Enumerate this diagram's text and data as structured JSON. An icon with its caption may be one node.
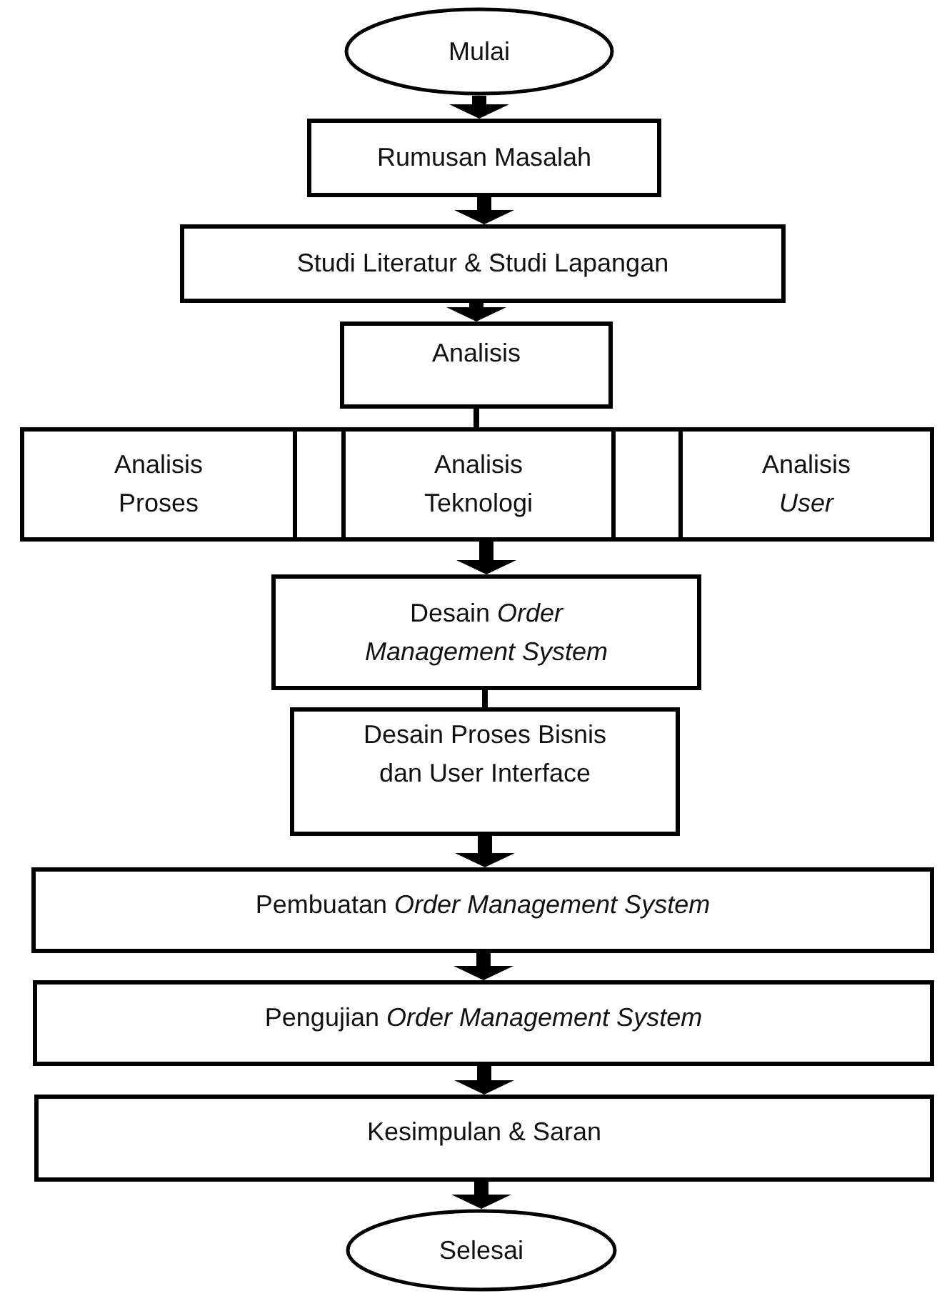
{
  "diagram": {
    "nodes": [
      {
        "text": [
          "Mulai"
        ]
      },
      {
        "text": [
          "Rumusan Masalah"
        ]
      },
      {
        "text": [
          "Studi Literatur & Studi Lapangan"
        ]
      },
      {
        "text": [
          "Analisis"
        ]
      },
      {
        "text": [],
        "shape": "box"
      },
      {
        "text": [
          "Analisis Proses"
        ],
        "in": 4
      },
      {
        "text": [
          "Analisis Teknologi"
        ],
        "in": 4
      },
      {
        "text": [
          "Analisis *User*"
        ],
        "in": 4
      },
      {
        "text": [
          "Desain *Order Management System*"
        ]
      },
      {
        "text": [
          "Desain Proses Bisnis dan User Interface"
        ]
      },
      {
        "text": [
          "Pembuatan *Order Management System*"
        ]
      },
      {
        "text": [
          "Pengujian *Order Management System*"
        ]
      },
      {
        "text": [
          "Kesimpulan & Saran"
        ]
      },
      {
        "text": [
          "Selesai"
        ]
      }
    ],
    "edges": [
      {
        "from": 0,
        "to": 1,
        "arrow": "to"
      },
      {
        "from": 1,
        "to": 2,
        "arrow": "to"
      },
      {
        "from": 2,
        "to": 3,
        "arrow": "to"
      },
      {
        "from": 3,
        "to": 4,
        "arrow": "none"
      },
      {
        "from": 4,
        "to": 8,
        "arrow": "to"
      },
      {
        "from": 8,
        "to": 9,
        "arrow": "none"
      },
      {
        "from": 9,
        "to": 10,
        "arrow": "to"
      },
      {
        "from": 10,
        "to": 11,
        "arrow": "to"
      },
      {
        "from": 11,
        "to": 12,
        "arrow": "to"
      },
      {
        "from": 12,
        "to": 13,
        "arrow": "to"
      }
    ]
  }
}
